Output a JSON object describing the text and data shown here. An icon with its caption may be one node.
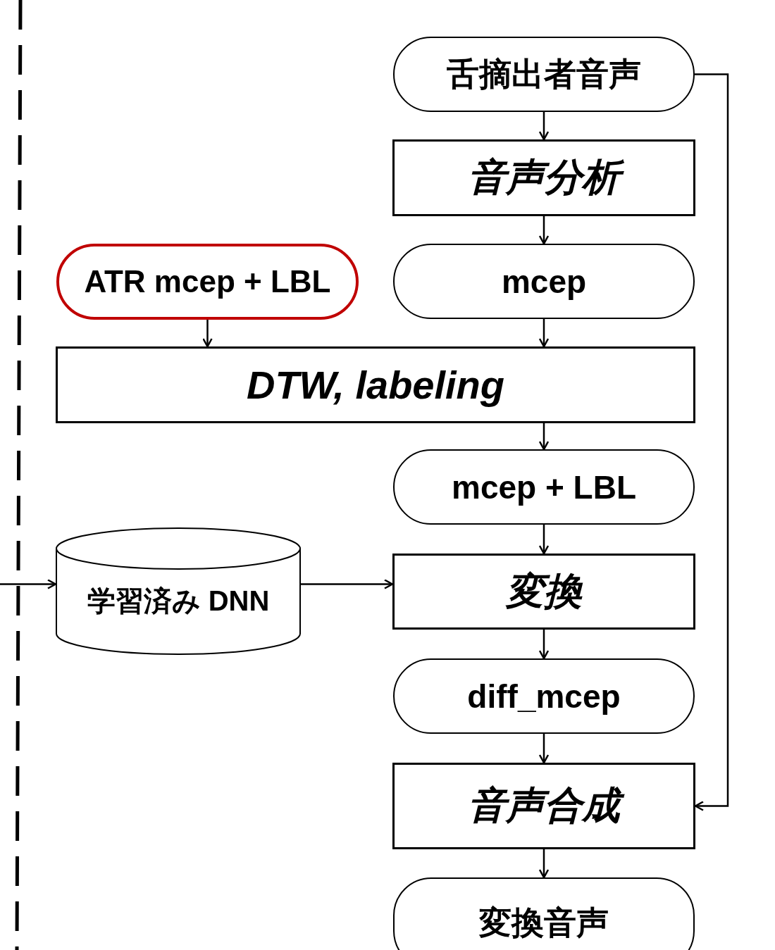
{
  "diagram": {
    "nodes": [
      {
        "text": [
          "舌摘出者音声"
        ]
      },
      {
        "text": [
          "音声分析"
        ]
      },
      {
        "text": [
          "ATR mcep + LBL"
        ]
      },
      {
        "text": [
          "mcep"
        ]
      },
      {
        "text": [
          "DTW, labeling"
        ]
      },
      {
        "text": [
          "mcep + LBL"
        ]
      },
      {
        "text": [
          "学習済み DNN"
        ]
      },
      {
        "text": [
          "変換"
        ]
      },
      {
        "text": [
          "diff_mcep"
        ]
      },
      {
        "text": [
          "音声合成"
        ]
      },
      {
        "text": [
          "変換音声"
        ]
      }
    ],
    "edges": [
      {
        "from": 0,
        "to": 1,
        "arrow": "to"
      },
      {
        "from": 1,
        "to": 3,
        "arrow": "to"
      },
      {
        "from": 2,
        "to": 4,
        "arrow": "to"
      },
      {
        "from": 3,
        "to": 4,
        "arrow": "to"
      },
      {
        "from": 4,
        "to": 5,
        "arrow": "to"
      },
      {
        "from": 5,
        "to": 7,
        "arrow": "to"
      },
      {
        "from": null,
        "to": 6,
        "arrow": "to"
      },
      {
        "from": 6,
        "to": 7,
        "arrow": "to"
      },
      {
        "from": 7,
        "to": 8,
        "arrow": "to"
      },
      {
        "from": 8,
        "to": 9,
        "arrow": "to"
      },
      {
        "from": 0,
        "to": 9,
        "arrow": "to"
      },
      {
        "from": 9,
        "to": 10,
        "arrow": "to"
      }
    ]
  }
}
